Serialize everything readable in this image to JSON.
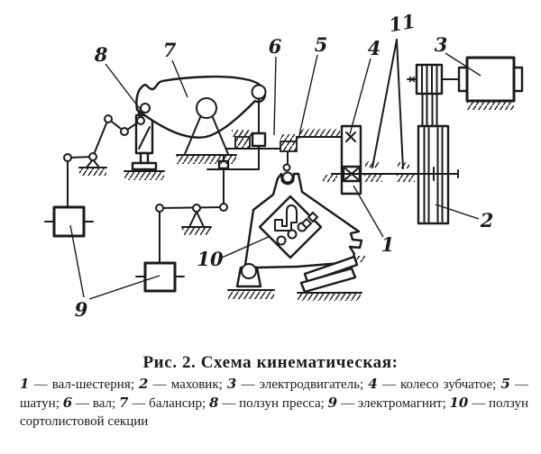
{
  "caption": {
    "title": "Рис. 2. Схема кинематическая:"
  },
  "legend": {
    "items": [
      {
        "num": "1",
        "text": "вал-шестерня"
      },
      {
        "num": "2",
        "text": "маховик"
      },
      {
        "num": "3",
        "text": "электродвигатель"
      },
      {
        "num": "4",
        "text": "колесо зубчатое"
      },
      {
        "num": "5",
        "text": "шатун"
      },
      {
        "num": "6",
        "text": "вал"
      },
      {
        "num": "7",
        "text": "балансир"
      },
      {
        "num": "8",
        "text": "ползун пресса"
      },
      {
        "num": "9",
        "text": "электромагнит"
      },
      {
        "num": "10",
        "text": "ползун сортолистовой секции"
      }
    ]
  },
  "diagram": {
    "part_labels": [
      {
        "id": "label-8",
        "text": "8"
      },
      {
        "id": "label-7",
        "text": "7"
      },
      {
        "id": "label-6",
        "text": "6"
      },
      {
        "id": "label-5",
        "text": "5"
      },
      {
        "id": "label-4",
        "text": "4"
      },
      {
        "id": "label-11",
        "text": "11"
      },
      {
        "id": "label-3",
        "text": "3"
      },
      {
        "id": "label-2",
        "text": "2"
      },
      {
        "id": "label-1",
        "text": "1"
      },
      {
        "id": "label-10",
        "text": "10"
      },
      {
        "id": "label-9",
        "text": "9"
      }
    ]
  },
  "colors": {
    "ink": "#1b1b1b",
    "paper": "#fefefe"
  }
}
